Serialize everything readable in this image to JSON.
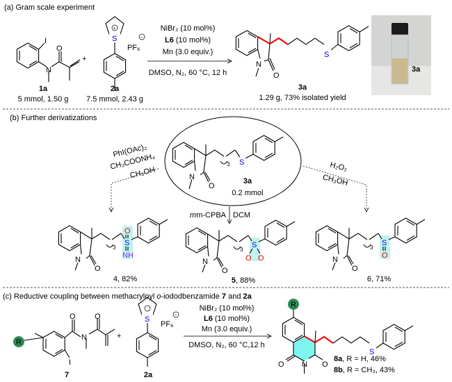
{
  "section_a": {
    "title": "(a) Gram scale experiment",
    "plus": "+",
    "conditions": [
      "NiBr₂ (10 mol%)",
      "L6",
      " (10 mol%)",
      "Mn (3.0 equiv.)",
      "DMSO, N₂, 60 °C, 12 h"
    ],
    "reactant1": {
      "label": "1a",
      "amount": "5 mmol, 1.50 g"
    },
    "reactant2": {
      "label": "2a",
      "amount": "7.5 mmol, 2.43 g",
      "counterion": "PF₆"
    },
    "product": {
      "label": "3a",
      "yield": "1.29 g, 73% isolated yield"
    },
    "photo_label": "3a"
  },
  "section_b": {
    "title": "(b) Further derivatizations",
    "start": {
      "label": "3a",
      "amount": "0.2 mmol"
    },
    "left_conditions": [
      "PhI(OAc)₂",
      "CH₃COONH₄",
      "CH₃OH"
    ],
    "middle_conditions": [
      "m-CPBA",
      "DCM"
    ],
    "right_conditions": [
      "H₂O₂",
      "CH₃OH"
    ],
    "products": [
      {
        "label": "4",
        "yield": ", 82%"
      },
      {
        "label": "5",
        "yield": ", 88%"
      },
      {
        "label": "6",
        "yield": ", 71%"
      }
    ],
    "chain_subscript": "3"
  },
  "section_c": {
    "title_prefix": "(c) Reductive coupling between methacryloyl ",
    "title_italic": "o",
    "title_mid": "-iododbenzamide ",
    "title_num": "7",
    "title_and": " and ",
    "title_end": "2a",
    "plus": "+",
    "conditions": [
      "NiBr₂ (10 mol%)",
      "L6",
      " (10 mol%)",
      "Mn (3.0 equiv.)",
      "DMSO, N₂, 60 °C,12 h"
    ],
    "reactant1": {
      "label": "7"
    },
    "reactant2": {
      "label": "2a",
      "counterion": "PF₆"
    },
    "products": [
      {
        "label": "8a",
        "desc": ", R = H, 46%"
      },
      {
        "label": "8b",
        "desc": ", R = CH₃, 43%"
      }
    ],
    "r_group": "R"
  },
  "atoms": {
    "S": "S",
    "O": "O",
    "N": "N",
    "I": "I",
    "NH": "NH",
    "plus_charge": "+",
    "minus_charge": "−"
  },
  "colors": {
    "highlight_bond": "#ee0000",
    "sulfur": "#0000ee",
    "oxygen": "#ee0000",
    "highlight_box": "#bff3f0",
    "r_group": "#2e8b57",
    "ring_fill": "#7ff5ef"
  }
}
